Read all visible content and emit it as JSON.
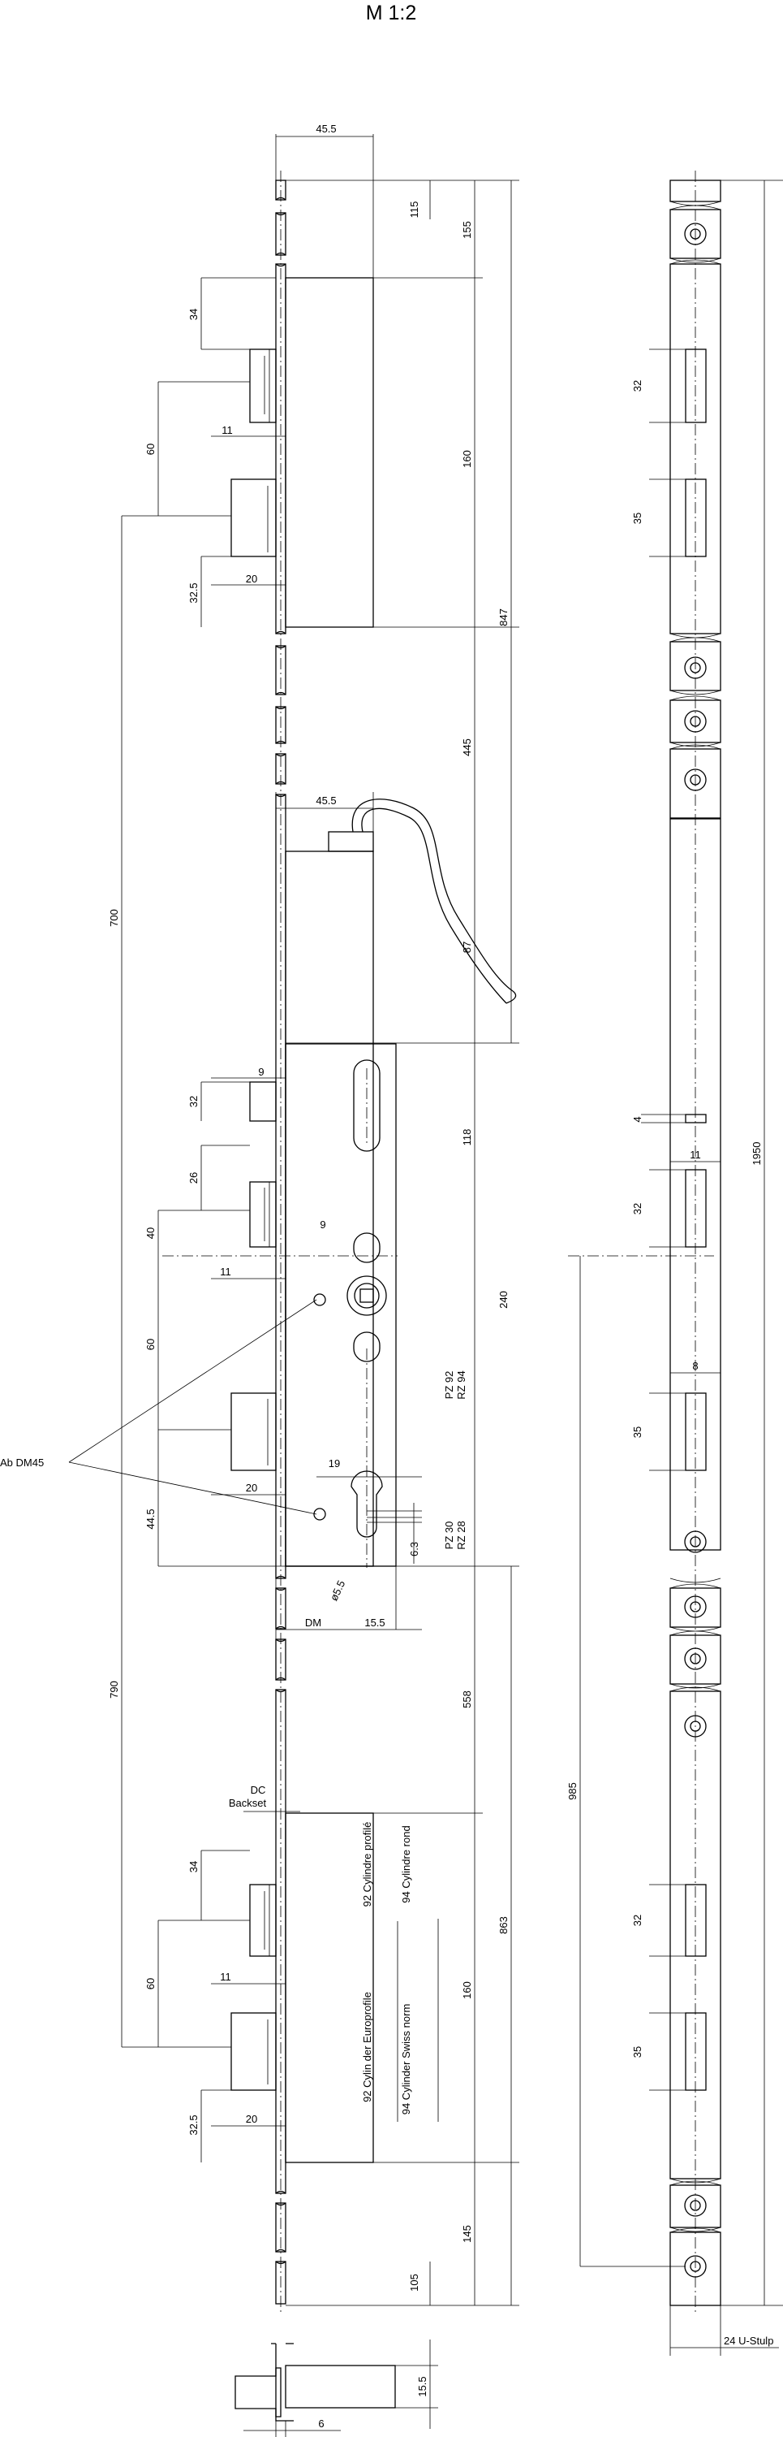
{
  "title": "M 1:2",
  "left_view": {
    "dims": [
      "45.5",
      "115",
      "155",
      "34",
      "60",
      "11",
      "32.5",
      "20",
      "160",
      "847",
      "445",
      "45.5",
      "87",
      "700",
      "32",
      "9",
      "118",
      "26",
      "40",
      "11",
      "9",
      "240",
      "60",
      "20",
      "PZ 92",
      "RZ 94",
      "19",
      "44.5",
      "PZ 30",
      "RZ 28",
      "6.3",
      "ø5.5",
      "DM",
      "15.5",
      "790",
      "558",
      "34",
      "60",
      "11",
      "160",
      "863",
      "32.5",
      "20",
      "105",
      "145"
    ],
    "callouts": [
      "Ab DM45",
      "DC",
      "Backset"
    ],
    "vertical_notes": [
      "92 Cylindre profilé",
      "94 Cylindre rond",
      "92 Cylin der Europrofile",
      "94 Cylinder Swiss norm"
    ]
  },
  "right_view": {
    "dims": [
      "32",
      "35",
      "1950",
      "4",
      "11",
      "32",
      "8",
      "35",
      "985",
      "32",
      "35"
    ],
    "u_label": "24 U-Stulp"
  },
  "section_view": {
    "dims": [
      "15.5",
      "6"
    ]
  }
}
